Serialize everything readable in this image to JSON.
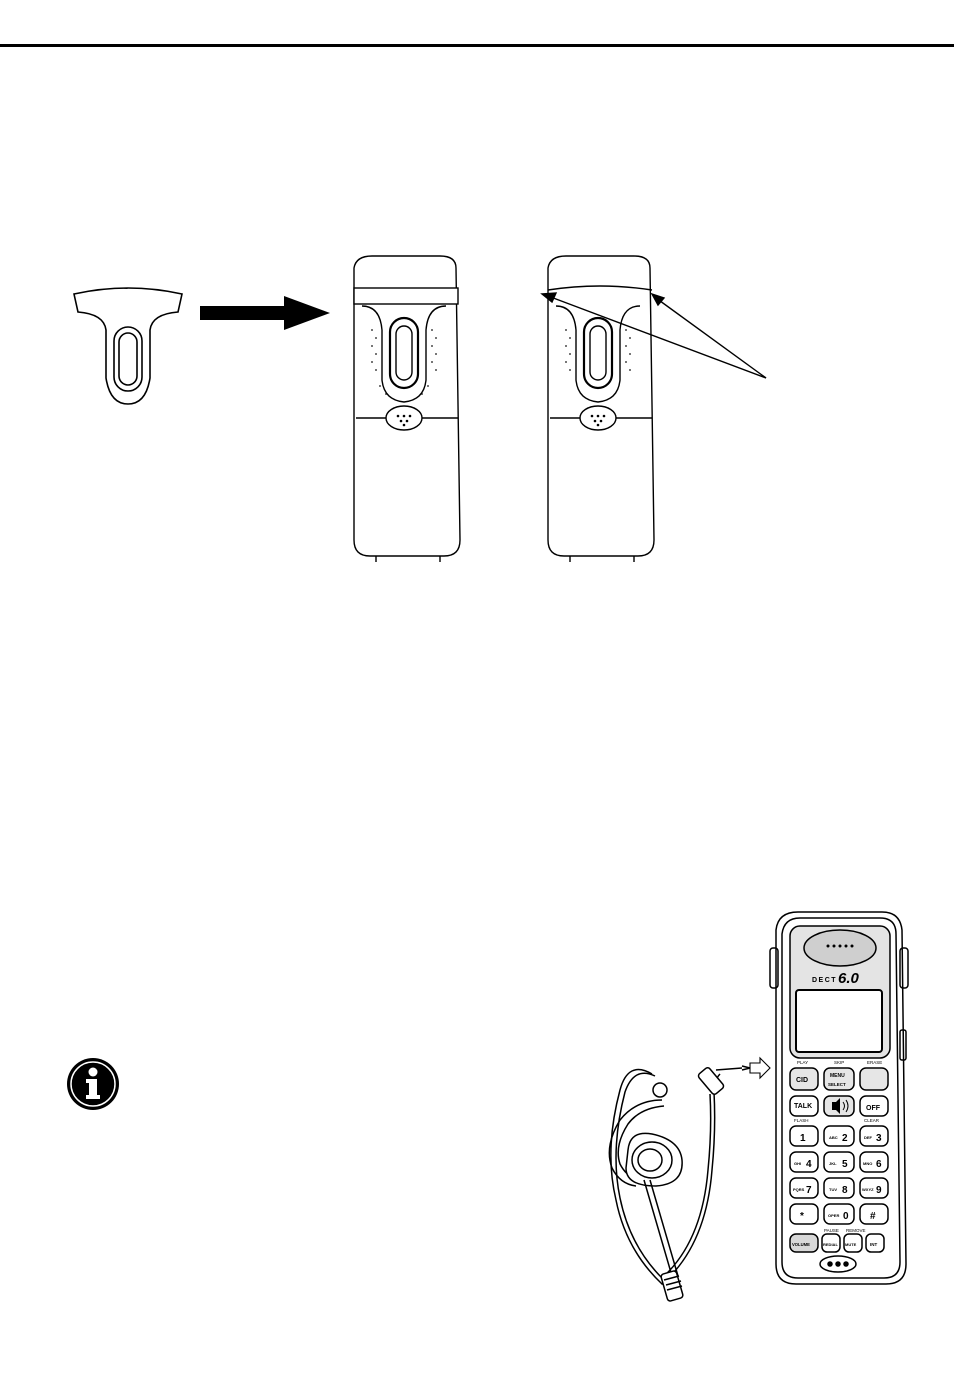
{
  "page": {
    "domain": "user-manual-illustration"
  },
  "info_icon": {
    "name": "info-icon"
  },
  "handset": {
    "logo_prefix": "DECT",
    "logo_version": "6.0",
    "softkey_labels": [
      "PLAY",
      "SKIP",
      "ERASE"
    ],
    "row1": [
      "CID",
      "MENU",
      "SELECT"
    ],
    "talk": "TALK",
    "flash": "FLASH",
    "off": "OFF",
    "clear": "CLEAR",
    "keys": [
      {
        "digit": "1",
        "letters": ""
      },
      {
        "digit": "2",
        "letters": "ABC"
      },
      {
        "digit": "3",
        "letters": "DEF"
      },
      {
        "digit": "4",
        "letters": "GHI"
      },
      {
        "digit": "5",
        "letters": "JKL"
      },
      {
        "digit": "6",
        "letters": "MNO"
      },
      {
        "digit": "7",
        "letters": "PQRS"
      },
      {
        "digit": "8",
        "letters": "TUV"
      },
      {
        "digit": "9",
        "letters": "WXYZ"
      },
      {
        "digit": "*",
        "letters": ""
      },
      {
        "digit": "0",
        "letters": "OPER"
      },
      {
        "digit": "#",
        "letters": ""
      }
    ],
    "pause": "PAUSE",
    "remove": "REMOVE",
    "volume": "VOLUME",
    "redial": "REDIAL",
    "mute": "MUTE",
    "int": "INT"
  }
}
